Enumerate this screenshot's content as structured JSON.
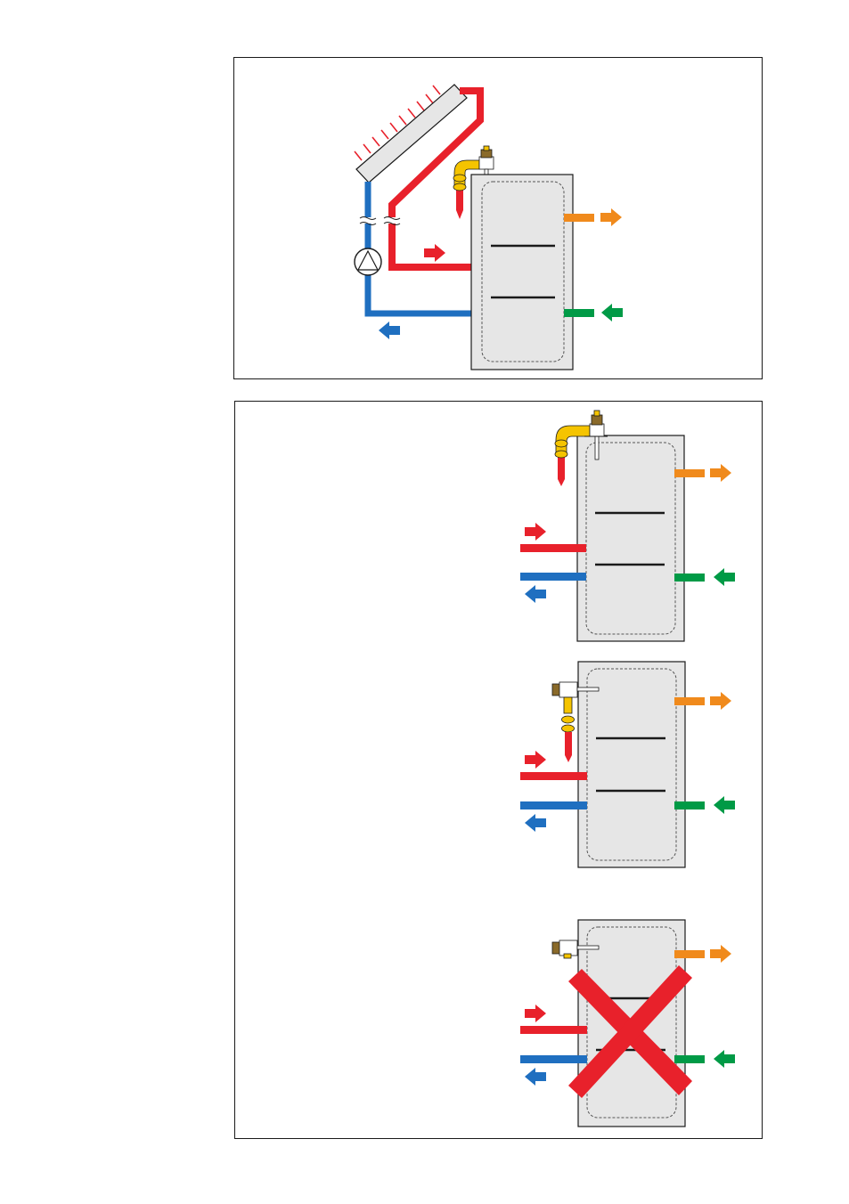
{
  "figure": {
    "panels": [
      {
        "id": "solar-system-overview",
        "components": [
          "solar-collector",
          "circulation-pump",
          "storage-tank",
          "relief-valve",
          "hot-water-outlet",
          "cold-water-inlet",
          "solar-flow",
          "solar-return"
        ]
      },
      {
        "id": "installation-variants",
        "variants": [
          {
            "id": "variant-valve-top",
            "allowed": true
          },
          {
            "id": "variant-valve-side-upper",
            "allowed": true
          },
          {
            "id": "variant-valve-side-lower",
            "allowed": false
          }
        ]
      }
    ],
    "colors": {
      "solar_flow": "#e8212b",
      "solar_return": "#1f6fc0",
      "hot_water": "#f08a1c",
      "cold_water": "#009a46",
      "tank_fill": "#e6e6e6",
      "valve_brass": "#f5c400",
      "not_allowed_cross": "#e8212b"
    },
    "icons": [
      "sun-rays-icon",
      "pump-symbol-icon",
      "flow-arrow-icon",
      "cross-mark-icon",
      "relief-valve-icon"
    ]
  }
}
